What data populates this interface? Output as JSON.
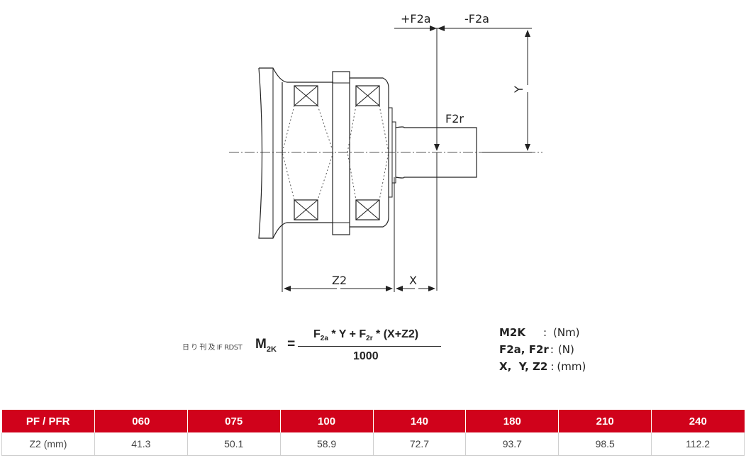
{
  "diagram": {
    "labels": {
      "plus_f2a": "+F2a",
      "minus_f2a": "-F2a",
      "y": "Y",
      "f2r": "F2r",
      "z2": "Z2",
      "x": "X"
    }
  },
  "formula": {
    "prefix_garbled": "日 り 刊 及 IF RDST",
    "m": "M",
    "m_sub": "2K",
    "equals": "=",
    "numerator": {
      "f1": "F",
      "f1_sub": "2a",
      "part1": "* Y + ",
      "f2": "F",
      "f2_sub": "2r",
      "part2": "* (X+Z2)"
    },
    "denominator": "1000"
  },
  "units": [
    {
      "name": "M2K",
      "sep": ":",
      "unit": "(Nm)"
    },
    {
      "name": "F2a, F2r",
      "sep": ":",
      "unit": "(N)"
    },
    {
      "name": "X,  Y, Z2",
      "sep": ":",
      "unit": "(mm)"
    }
  ],
  "table": {
    "headers": [
      "PF / PFR",
      "060",
      "075",
      "100",
      "140",
      "180",
      "210",
      "240"
    ],
    "rows": [
      [
        "Z2 (mm)",
        "41.3",
        "50.1",
        "58.9",
        "72.7",
        "93.7",
        "98.5",
        "112.2"
      ]
    ]
  },
  "colors": {
    "header_bg": "#d0021b",
    "header_text": "#ffffff"
  }
}
